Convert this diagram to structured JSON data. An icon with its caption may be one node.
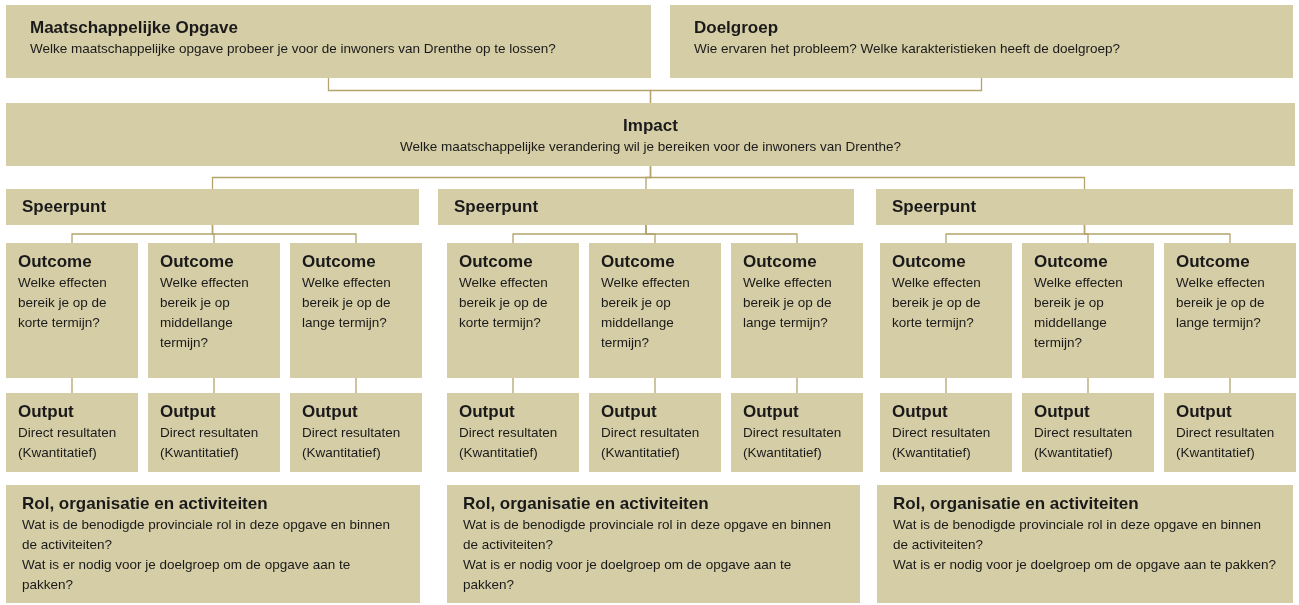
{
  "diagram": {
    "nodes": [
      {
        "text": [
          "Maatschappelijke Opgave",
          "Welke maatschappelijke opgave probeer je voor de inwoners van Drenthe op te lossen?"
        ]
      },
      {
        "text": [
          "Doelgroep",
          "Wie ervaren het probleem? Welke karakteristieken heeft de doelgroep?"
        ]
      },
      {
        "text": [
          "Impact",
          "Welke maatschappelijke verandering wil je bereiken voor de inwoners van Drenthe?"
        ]
      },
      {
        "text": [
          "Speerpunt"
        ]
      },
      {
        "text": [
          "Speerpunt"
        ]
      },
      {
        "text": [
          "Speerpunt"
        ]
      },
      {
        "text": [
          "Outcome",
          "Welke effecten bereik je op de korte termijn?"
        ]
      },
      {
        "text": [
          "Outcome",
          "Welke effecten bereik je op middellange termijn?"
        ]
      },
      {
        "text": [
          "Outcome",
          "Welke effecten bereik je op de lange termijn?"
        ]
      },
      {
        "text": [
          "Outcome",
          "Welke effecten bereik je op de korte termijn?"
        ]
      },
      {
        "text": [
          "Outcome",
          "Welke effecten bereik je op middellange termijn?"
        ]
      },
      {
        "text": [
          "Outcome",
          "Welke effecten bereik je op de lange termijn?"
        ]
      },
      {
        "text": [
          "Outcome",
          "Welke effecten bereik je op de korte termijn?"
        ]
      },
      {
        "text": [
          "Outcome",
          "Welke effecten bereik je op middellange termijn?"
        ]
      },
      {
        "text": [
          "Outcome",
          "Welke effecten bereik je op de lange termijn?"
        ]
      },
      {
        "text": [
          "Output",
          "Direct resultaten (Kwantitatief)"
        ]
      },
      {
        "text": [
          "Output",
          "Direct resultaten (Kwantitatief)"
        ]
      },
      {
        "text": [
          "Output",
          "Direct resultaten (Kwantitatief)"
        ]
      },
      {
        "text": [
          "Output",
          "Direct resultaten (Kwantitatief)"
        ]
      },
      {
        "text": [
          "Output",
          "Direct resultaten (Kwantitatief)"
        ]
      },
      {
        "text": [
          "Output",
          "Direct resultaten (Kwantitatief)"
        ]
      },
      {
        "text": [
          "Output",
          "Direct resultaten (Kwantitatief)"
        ]
      },
      {
        "text": [
          "Output",
          "Direct resultaten (Kwantitatief)"
        ]
      },
      {
        "text": [
          "Output",
          "Direct resultaten (Kwantitatief)"
        ]
      },
      {
        "text": [
          "Rol, organisatie en activiteiten",
          "Wat is de benodigde provinciale rol in deze opgave en binnen de activiteiten?",
          "Wat is er nodig voor je doelgroep om de opgave aan te pakken?"
        ]
      },
      {
        "text": [
          "Rol, organisatie en activiteiten",
          "Wat is de benodigde provinciale rol in deze opgave en binnen de activiteiten?",
          "Wat is er nodig voor je doelgroep om de opgave aan te pakken?"
        ]
      },
      {
        "text": [
          "Rol, organisatie en activiteiten",
          "Wat is de benodigde provinciale rol in deze opgave en binnen de activiteiten?",
          "Wat is er nodig voor je doelgroep om de opgave aan te pakken?"
        ]
      }
    ],
    "edges": [
      {
        "from": 0,
        "to": 2,
        "arrow": "none"
      },
      {
        "from": 1,
        "to": 2,
        "arrow": "none"
      },
      {
        "from": 2,
        "to": 3,
        "arrow": "none"
      },
      {
        "from": 2,
        "to": 4,
        "arrow": "none"
      },
      {
        "from": 2,
        "to": 5,
        "arrow": "none"
      },
      {
        "from": 3,
        "to": 6,
        "arrow": "none"
      },
      {
        "from": 3,
        "to": 7,
        "arrow": "none"
      },
      {
        "from": 3,
        "to": 8,
        "arrow": "none"
      },
      {
        "from": 4,
        "to": 9,
        "arrow": "none"
      },
      {
        "from": 4,
        "to": 10,
        "arrow": "none"
      },
      {
        "from": 4,
        "to": 11,
        "arrow": "none"
      },
      {
        "from": 5,
        "to": 12,
        "arrow": "none"
      },
      {
        "from": 5,
        "to": 13,
        "arrow": "none"
      },
      {
        "from": 5,
        "to": 14,
        "arrow": "none"
      },
      {
        "from": 6,
        "to": 15,
        "arrow": "none"
      },
      {
        "from": 7,
        "to": 16,
        "arrow": "none"
      },
      {
        "from": 8,
        "to": 17,
        "arrow": "none"
      },
      {
        "from": 9,
        "to": 18,
        "arrow": "none"
      },
      {
        "from": 10,
        "to": 19,
        "arrow": "none"
      },
      {
        "from": 11,
        "to": 20,
        "arrow": "none"
      },
      {
        "from": 12,
        "to": 21,
        "arrow": "none"
      },
      {
        "from": 13,
        "to": 22,
        "arrow": "none"
      },
      {
        "from": 14,
        "to": 23,
        "arrow": "none"
      }
    ]
  }
}
